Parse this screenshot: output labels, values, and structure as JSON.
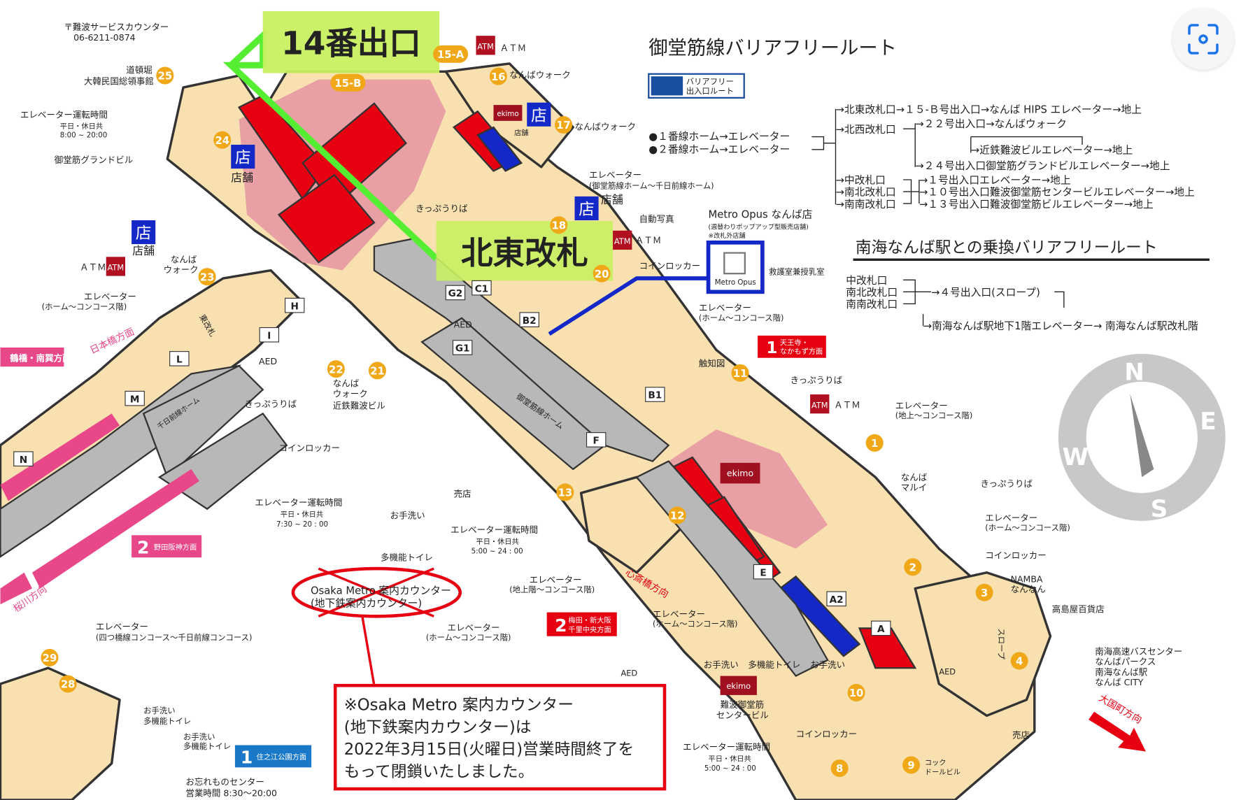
{
  "highlights": {
    "exit14": "14番出口",
    "northeast_gate": "北東改札",
    "route_color": "#55ee33",
    "highlight_bg": "#c8f060"
  },
  "colors": {
    "concourse": "#f8e0b0",
    "pink": "#e8a0a4",
    "shop": "#e60012",
    "platform": "#b8b8b8",
    "blue": "#1a4fa0",
    "exit_badge": "#f0a818"
  },
  "midosuji_route": {
    "title": "御堂筋線バリアフリールート",
    "legend_line1": "バリアフリー",
    "legend_line2": "出入口ルート",
    "start1": "●１番線ホーム→エレベーター",
    "start2": "●２番線ホーム→エレベーター",
    "r1": "→北東改札口→１５-Ｂ号出入口→なんば HIPS エレベーター→地上",
    "r2a": "→北西改札口",
    "r2b": "→２２号出入口→なんばウォーク",
    "r2c": "→近鉄難波ビルエレベーター→地上",
    "r2d": "→２４号出入口御堂筋グランドビルエレベーター→地上",
    "g1": "→中改札口",
    "g2": "→南北改札口",
    "g3": "→南南改札口",
    "d1": "→１号出入口エレベーター→地上",
    "d2": "→１０号出入口難波御堂筋センタービルエレベーター→地上",
    "d3": "→１３号出入口難波御堂筋ビルエレベーター→地上"
  },
  "nankai_route": {
    "title": "南海なんば駅との乗換バリアフリールート",
    "g1": "中改札口",
    "g2": "南北改札口",
    "g3": "南南改札口",
    "d1": "→４号出入口(スロープ)",
    "d2": "→南海なんば駅地下1階エレベーター→ 南海なんば駅改札階"
  },
  "metro_opus": {
    "title": "Metro Opus なんば店",
    "sub1": "(週替わりポップアップ型販売店舗)",
    "sub2": "※改札外店舗",
    "logo": "Metro Opus"
  },
  "notice": {
    "line1": "※Osaka Metro 案内カウンター",
    "line2": "(地下鉄案内カウンター)は",
    "line3": "2022年3月15日(火曜日)営業時間終了を",
    "line4": "もって閉鎖いたしました。",
    "crossed1": "Osaka Metro 案内カウンター",
    "crossed2": "(地下鉄案内カウンター)"
  },
  "compass": {
    "n": "N",
    "e": "E",
    "s": "S",
    "w": "W"
  },
  "labels": {
    "service_counter": "〒難波サービスカウンター",
    "service_tel": "06-6211-0874",
    "dotonbori1": "道頓堀",
    "dotonbori2": "大韓民国総領事館",
    "elev_hours1": "エレベーター運転時間",
    "elev_hours1_a": "平日・休日共",
    "elev_hours1_b": "8:00 ~ 20:00",
    "grand_bldg": "御堂筋グランドビル",
    "shop": "店舗",
    "shop_glyph": "店",
    "atm": "ＡＴＭ",
    "atm_logo": "ATM",
    "namba_walk": "なんばウォーク",
    "namba_walk2a": "なんば",
    "namba_walk2b": "ウォーク",
    "ticket": "きっぷうりば",
    "elev_midosuji_sennichimae": "エレベーター",
    "elev_midosuji_sennichimae2": "(御堂筋線ホーム～千日前線ホーム)",
    "photo": "自動写真",
    "locker": "コインロッカー",
    "first_aid": "救護室兼授乳室",
    "elev_home_concourse": "エレベーター",
    "elev_home_concourse2": "(ホーム～コンコース階)",
    "tenno1": "天王寺・",
    "tenno2": "なかもず方面",
    "tactile": "触知図",
    "elev_ground": "エレベーター",
    "elev_ground2": "(地上～コンコース階)",
    "nihonbashi": "日本橋方面",
    "tsuruhashi": "鶴橋・南巽方面",
    "aed": "AED",
    "kintetsu": "近鉄難波ビル",
    "elev_hours2": "エレベーター運転時間",
    "elev_hours2_a": "平日・休日共",
    "elev_hours2_b": "7:30 ~ 20 : 00",
    "noda": "野田阪神方面",
    "sakuragawa": "桜川方向",
    "toilet": "お手洗い",
    "multi_toilet": "多機能トイレ",
    "kiosk": "売店",
    "elev_hours3": "エレベーター運転時間",
    "elev_hours3_a": "平日・休日共",
    "elev_hours3_b": "5:00 ~ 24 : 00",
    "elev_ground_concourse": "エレベーター",
    "elev_ground_concourse2": "(地上階～コンコース階)",
    "shinsaibashi": "心斎橋方向",
    "umeda1": "梅田・新大阪",
    "umeda2": "千里中央方面",
    "elev_yotsubashi": "エレベーター",
    "elev_yotsubashi2": "(四つ橋線コンコース～千日前線コンコース)",
    "suminoe": "住之江公園方面",
    "lost_found": "お忘れものセンター",
    "lost_found_hours": "営業時間 8:30～20:00",
    "marui1": "なんば",
    "marui2": "マルイ",
    "namba_nannan1": "NAMBA",
    "namba_nannan2": "なんなん",
    "takashimaya": "高島屋百貨店",
    "bus1": "南海高速バスセンター",
    "bus2": "なんばパークス",
    "bus3": "南海なんば駅",
    "bus4": "なんば CITY",
    "daikokucho": "大国町方向",
    "center_bldg1": "難波御堂筋",
    "center_bldg2": "センタービル",
    "ekimo": "ekimo",
    "slope": "スロープ",
    "cook": "コック",
    "cook2": "ドールビル",
    "midosuji_home": "御堂筋線ホーム",
    "sennichimae_home": "千日前線ホーム",
    "east_gate": "東改札"
  },
  "exits": [
    "25",
    "24",
    "23",
    "22",
    "21",
    "16",
    "17",
    "15-A",
    "15-B",
    "18",
    "20",
    "11",
    "1",
    "2",
    "3",
    "4",
    "12",
    "13",
    "10",
    "9",
    "8",
    "29",
    "28"
  ],
  "line_badges": {
    "one": "1",
    "two": "2"
  },
  "markers": [
    "G2",
    "G1",
    "B2",
    "B1",
    "C1",
    "F",
    "E",
    "A2",
    "A",
    "H",
    "I",
    "L",
    "M",
    "N"
  ]
}
